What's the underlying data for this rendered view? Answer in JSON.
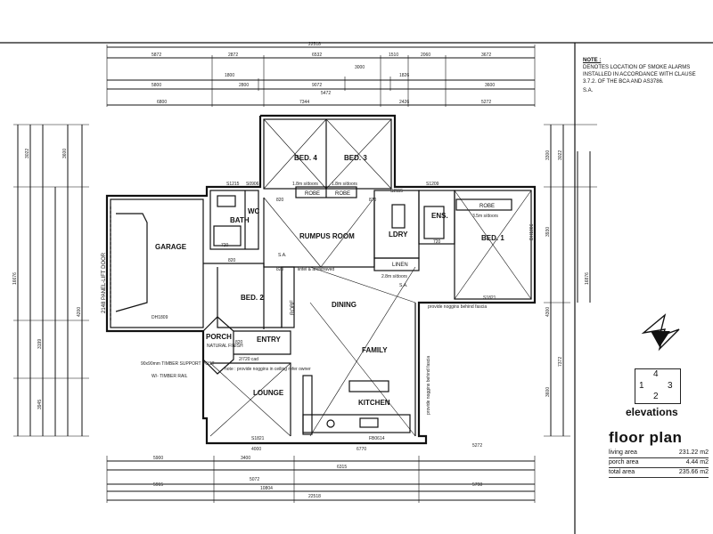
{
  "rooms": {
    "garage": "GARAGE",
    "bath": "BATH",
    "wc": "WC",
    "bed4": "BED. 4",
    "bed3": "BED. 3",
    "rumpus": "RUMPUS ROOM",
    "ldry": "LDRY",
    "ens": "ENS.",
    "bed1": "BED. 1",
    "bed2": "BED. 2",
    "dining": "DINING",
    "family": "FAMILY",
    "kitchen": "KITCHEN",
    "lounge": "LOUNGE",
    "entry": "ENTRY",
    "porch": "PORCH",
    "linen": "LINEN"
  },
  "labels": {
    "robe": "ROBE",
    "robe_35": "3.5m s/doors",
    "robe_18a": "1.8m s/doors",
    "robe_18b": "1.8m s/doors",
    "sliding": "2.8m s/doors",
    "panel_door": "2148 PANEL-LIFT DOOR",
    "timber_post": "90x90mm TIMBER SUPPORT POST",
    "timber_rail": "W/- TIMBER RAIL",
    "natural": "NATURAL FINISH",
    "noggins1": "provide noggins behind fascia",
    "noggins2": "provide noggins behind fascia",
    "ceiling_note": "note : provide noggins in ceiling refer owner",
    "sa1": "S.A.",
    "sa2": "S.A.",
    "lintel": "lintel & architraved",
    "d720_1": "720",
    "d720_2": "720",
    "d820_1": "820",
    "d820_2": "820",
    "d820_3": "820",
    "d820_4": "820",
    "d870": "870",
    "s1215": "S1215",
    "s0906": "S0906",
    "s2115": "S2115",
    "s1209": "S1209",
    "s1821": "S1821",
    "s1821b": "S1821",
    "dh1809": "DH1809",
    "dh1806": "DH1806",
    "fb0614": "FB0614",
    "two720": "2/720 cad"
  },
  "dims": {
    "top_overall": "22518",
    "top_a": "5872",
    "top_b": "2872",
    "top_c": "6532",
    "top_d": "1510",
    "top_e": "2060",
    "top_f": "3672",
    "row2_a": "5800",
    "row2_b": "1800",
    "row2_c": "2800",
    "row2_d": "3000",
    "row2_e": "9072",
    "row2_f": "1826",
    "row2_g": "3600",
    "row3_a": "6800",
    "row3_b": "7344",
    "row3_c": "2426",
    "row3_d": "5272",
    "row3_mid": "5472",
    "bot_a": "5900",
    "bot_b": "3400",
    "bot_c": "6315",
    "bot_d": "5272",
    "bot_e": "4000",
    "bot_f": "6770",
    "bot_g": "5072",
    "bot_h": "10804",
    "bot_overall": "22518",
    "bot_i": "5915",
    "bot_j": "5798",
    "left_overall": "16676",
    "right_overall": "16876",
    "left_a": "3022",
    "left_b": "3600",
    "left_c": "4200",
    "left_d": "3199",
    "left_e": "3945",
    "right_a": "3022",
    "right_b": "3300",
    "right_c": "3930",
    "right_d": "4300",
    "right_e": "3600",
    "right_f": "7372"
  },
  "note": {
    "title": "NOTE :",
    "text": "DENOTES LOCATION OF SMOKE ALARMS INSTALLED IN ACCORDANCE WITH CLAUSE 3.7.2. OF THE BCA AND AS3786.",
    "symbol": "S.A."
  },
  "elevations": {
    "n1": "1",
    "n2": "2",
    "n3": "3",
    "n4": "4",
    "label": "elevations"
  },
  "floor_plan": {
    "title": "floor plan",
    "areas": [
      {
        "label": "living area",
        "value": "231.22 m2"
      },
      {
        "label": "porch area",
        "value": "4.44 m2"
      },
      {
        "label": "total area",
        "value": "235.66 m2"
      }
    ]
  }
}
